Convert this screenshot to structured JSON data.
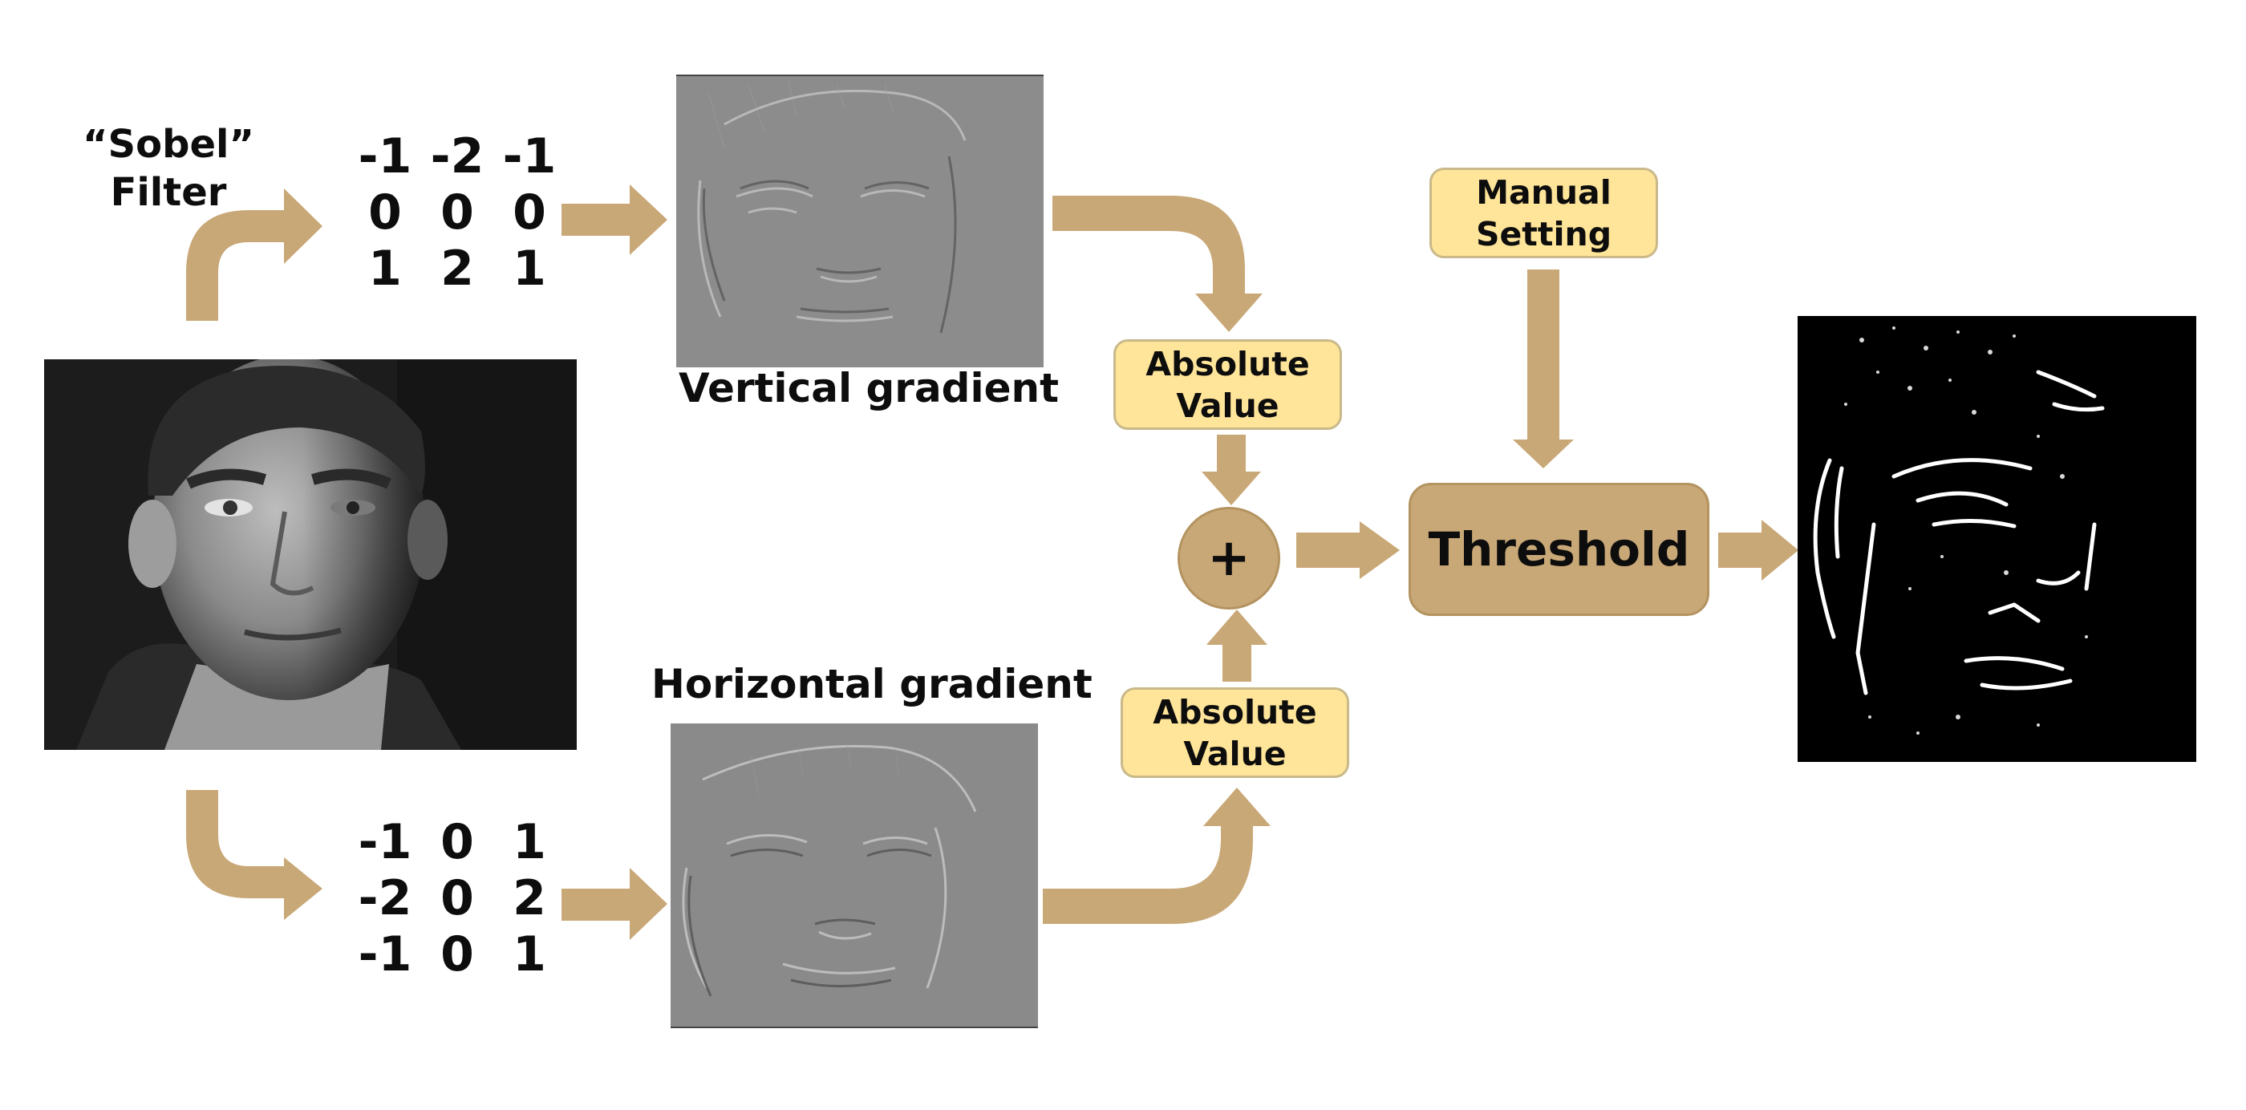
{
  "filter_title": "“Sobel”\nFilter",
  "vertical_kernel": [
    [
      "-1",
      "-2",
      "-1"
    ],
    [
      "0",
      "0",
      "0"
    ],
    [
      "1",
      "2",
      "1"
    ]
  ],
  "horizontal_kernel": [
    [
      "-1",
      "0",
      "1"
    ],
    [
      "-2",
      "0",
      "2"
    ],
    [
      "-1",
      "0",
      "1"
    ]
  ],
  "captions": {
    "vertical": "Vertical gradient",
    "horizontal": "Horizontal gradient"
  },
  "abs_top": "Absolute\nValue",
  "abs_bottom": "Absolute\nValue",
  "manual_setting": "Manual\nSetting",
  "plus_symbol": "+",
  "threshold_label": "Threshold",
  "colors": {
    "arrow": "#c9a877",
    "yellow_box": "#ffe599",
    "tan_box": "#c9a877",
    "text": "#0d0d0d"
  },
  "images": {
    "input": "grayscale portrait photo of a man",
    "vertical_gradient": "gray embossed vertical gradient image",
    "horizontal_gradient": "gray embossed horizontal gradient image",
    "output": "black and white thresholded edge map"
  }
}
